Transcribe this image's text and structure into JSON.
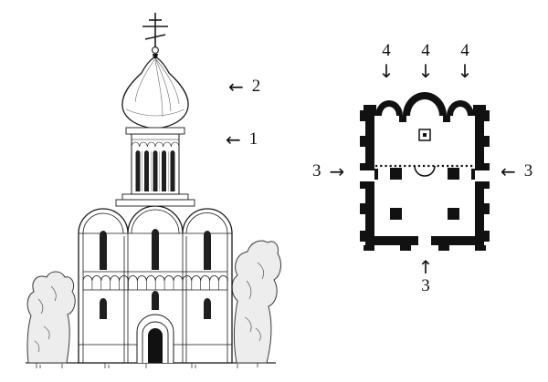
{
  "elevation_labels": {
    "dome": {
      "arrow": "←",
      "text": "2"
    },
    "drum": {
      "arrow": "←",
      "text": "1"
    }
  },
  "plan_labels": {
    "apse_1": {
      "text": "4",
      "arrow": "↓"
    },
    "apse_2": {
      "text": "4",
      "arrow": "↓"
    },
    "apse_3": {
      "text": "4",
      "arrow": "↓"
    },
    "portal_left": {
      "text": "3",
      "arrow": "→"
    },
    "portal_right": {
      "text": "3",
      "arrow": "←"
    },
    "portal_bottom": {
      "text": "3",
      "arrow": "↑"
    }
  }
}
